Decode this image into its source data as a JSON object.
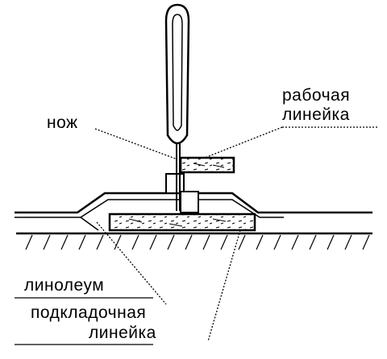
{
  "labels": {
    "knife": "нож",
    "working_ruler_line1": "рабочая",
    "working_ruler_line2": "линейка",
    "linoleum": "линолеум",
    "underlay_ruler_line1": "подкладочная",
    "underlay_ruler_line2": "линейка"
  },
  "colors": {
    "ink": "#000000",
    "background": "#ffffff"
  }
}
